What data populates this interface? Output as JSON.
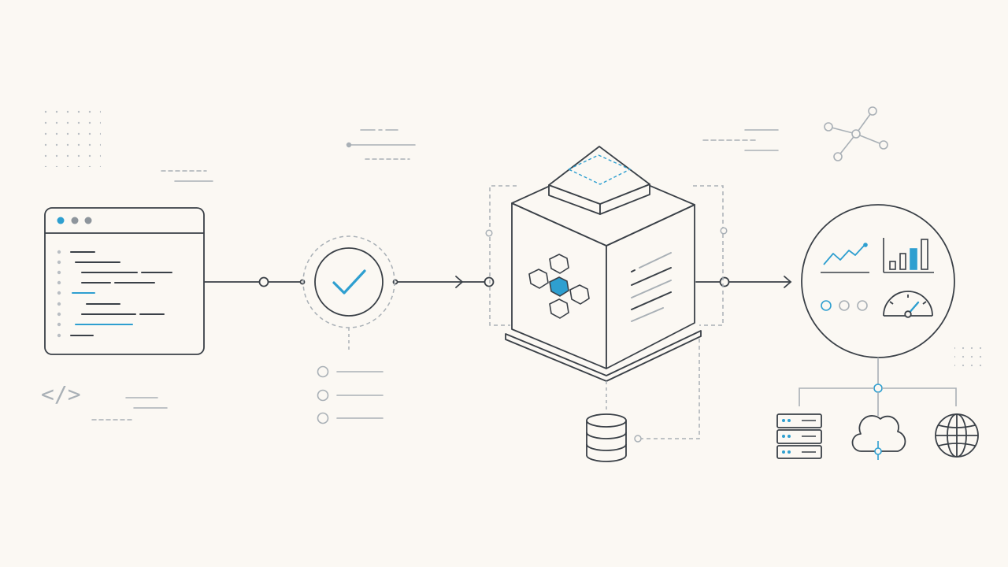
{
  "diagram": {
    "background": "#fbf8f3",
    "stroke": "#3a4047",
    "accent": "#2e9fd0",
    "muted": "#a9b0b6",
    "code_glyph": "</>",
    "nodes": [
      {
        "id": "code-editor",
        "icon": "browser-window-code-icon"
      },
      {
        "id": "validation",
        "icon": "check-circle-icon"
      },
      {
        "id": "processing-engine",
        "icon": "cube-hexagon-icon"
      },
      {
        "id": "analytics-dashboard",
        "icon": "dashboard-circle-icon"
      },
      {
        "id": "database",
        "icon": "database-icon"
      },
      {
        "id": "server",
        "icon": "server-rack-icon"
      },
      {
        "id": "cloud",
        "icon": "cloud-icon"
      },
      {
        "id": "globe",
        "icon": "globe-icon"
      },
      {
        "id": "network",
        "icon": "network-graph-icon"
      }
    ]
  }
}
